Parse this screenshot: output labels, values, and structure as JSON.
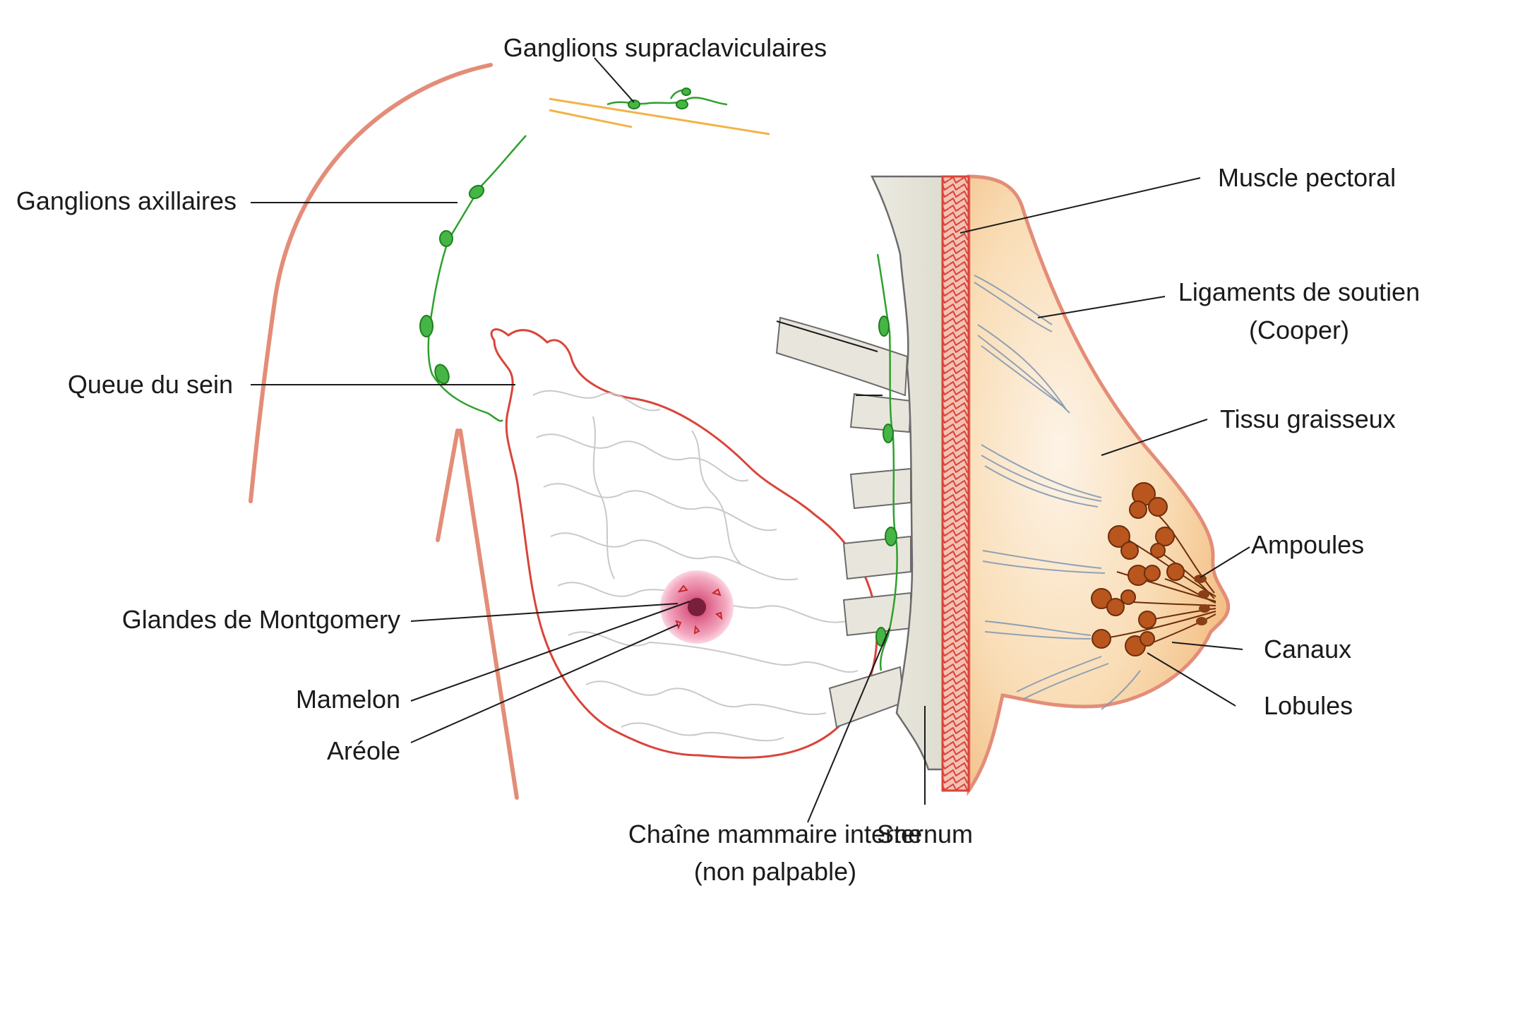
{
  "labels": {
    "supraclavicular": "Ganglions supraclaviculaires",
    "axillary": "Ganglions axillaires",
    "tail": "Queue du sein",
    "montgomery": "Glandes de Montgomery",
    "nipple": "Mamelon",
    "areola": "Aréole",
    "internal_chain_1": "Chaîne mammaire interne",
    "internal_chain_2": "(non palpable)",
    "sternum": "Sternum",
    "pectoral": "Muscle pectoral",
    "ligaments_1": "Ligaments de soutien",
    "ligaments_2": "(Cooper)",
    "fat": "Tissu graisseux",
    "ampullae": "Ampoules",
    "ducts": "Canaux",
    "lobules": "Lobules"
  },
  "colors": {
    "body_outline": "#e38d78",
    "lymph_node": "#45b545",
    "breast_fat": "#f6c98c",
    "lobule": "#b8561e",
    "areola": "#d9557e",
    "muscle": "#d9443a"
  }
}
